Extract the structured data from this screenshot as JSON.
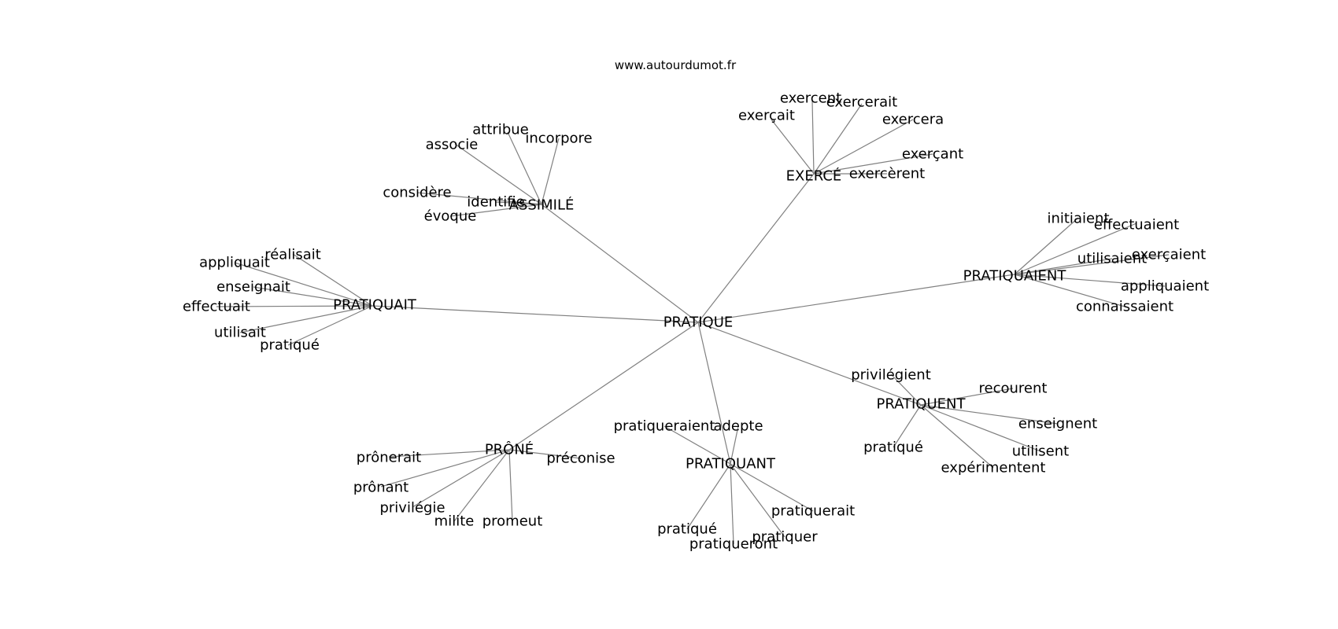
{
  "header": {
    "site": "www.autourdumot.fr"
  },
  "graph": {
    "center": "PRATIQUE",
    "clusters": [
      {
        "hub": "ASSIMILÉ",
        "leaves": [
          "attribue",
          "associe",
          "incorpore",
          "considère",
          "identifie",
          "évoque"
        ]
      },
      {
        "hub": "EXERCÉ",
        "leaves": [
          "exerçait",
          "exercent",
          "exercerait",
          "exercera",
          "exerçant",
          "exercèrent"
        ]
      },
      {
        "hub": "PRATIQUAIT",
        "leaves": [
          "réalisait",
          "appliquait",
          "enseignait",
          "effectuait",
          "utilisait",
          "pratiqué"
        ]
      },
      {
        "hub": "PRATIQUAIENT",
        "leaves": [
          "initiaient",
          "effectuaient",
          "utilisaient",
          "exerçaient",
          "appliquaient",
          "connaissaient"
        ]
      },
      {
        "hub": "PRATIQUENT",
        "leaves": [
          "privilégient",
          "recourent",
          "enseignent",
          "pratiqué",
          "utilisent",
          "expérimentent"
        ]
      },
      {
        "hub": "PRATIQUANT",
        "leaves": [
          "pratiqueraient",
          "adepte",
          "pratiquerait",
          "pratiqué",
          "pratiquer",
          "pratiqueront"
        ]
      },
      {
        "hub": "PRÔNÉ",
        "leaves": [
          "prônerait",
          "préconise",
          "prônant",
          "privilégie",
          "milite",
          "promeut"
        ]
      }
    ]
  }
}
